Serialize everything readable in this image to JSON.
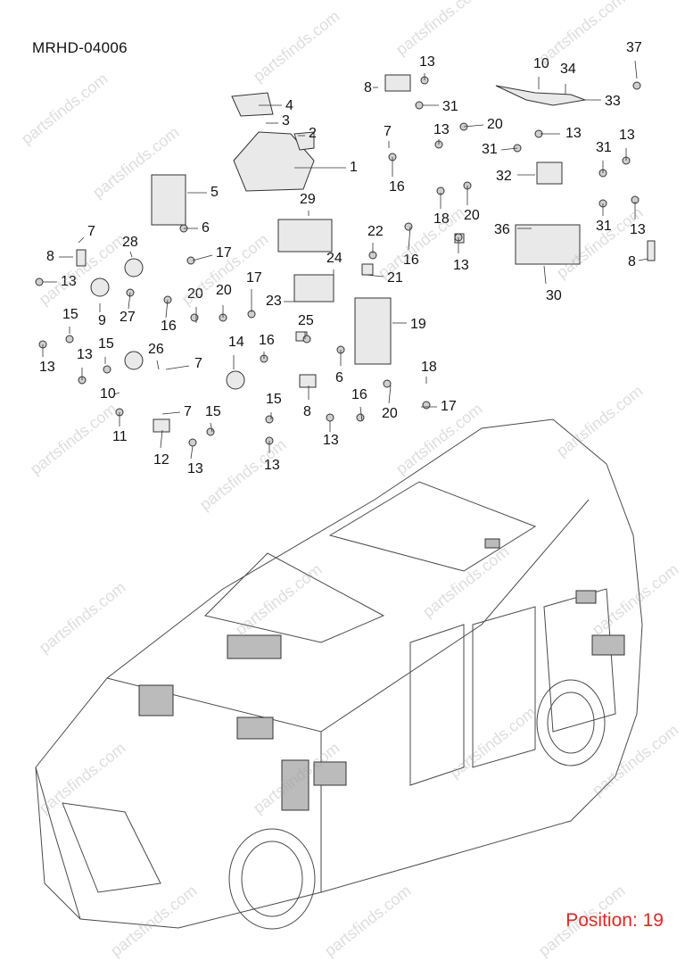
{
  "diagram": {
    "code": "MRHD-04006",
    "position_label": "Position: 19",
    "watermark": "partsfinds.com",
    "callouts": [
      {
        "n": "1"
      },
      {
        "n": "2"
      },
      {
        "n": "3"
      },
      {
        "n": "4"
      },
      {
        "n": "5"
      },
      {
        "n": "6"
      },
      {
        "n": "7"
      },
      {
        "n": "8"
      },
      {
        "n": "9"
      },
      {
        "n": "10"
      },
      {
        "n": "11"
      },
      {
        "n": "12"
      },
      {
        "n": "13"
      },
      {
        "n": "14"
      },
      {
        "n": "15"
      },
      {
        "n": "16"
      },
      {
        "n": "17"
      },
      {
        "n": "18"
      },
      {
        "n": "19"
      },
      {
        "n": "20"
      },
      {
        "n": "21"
      },
      {
        "n": "22"
      },
      {
        "n": "23"
      },
      {
        "n": "24"
      },
      {
        "n": "25"
      },
      {
        "n": "26"
      },
      {
        "n": "27"
      },
      {
        "n": "28"
      },
      {
        "n": "29"
      },
      {
        "n": "30"
      },
      {
        "n": "31"
      },
      {
        "n": "32"
      },
      {
        "n": "33"
      },
      {
        "n": "34"
      },
      {
        "n": "36"
      },
      {
        "n": "37"
      }
    ]
  }
}
